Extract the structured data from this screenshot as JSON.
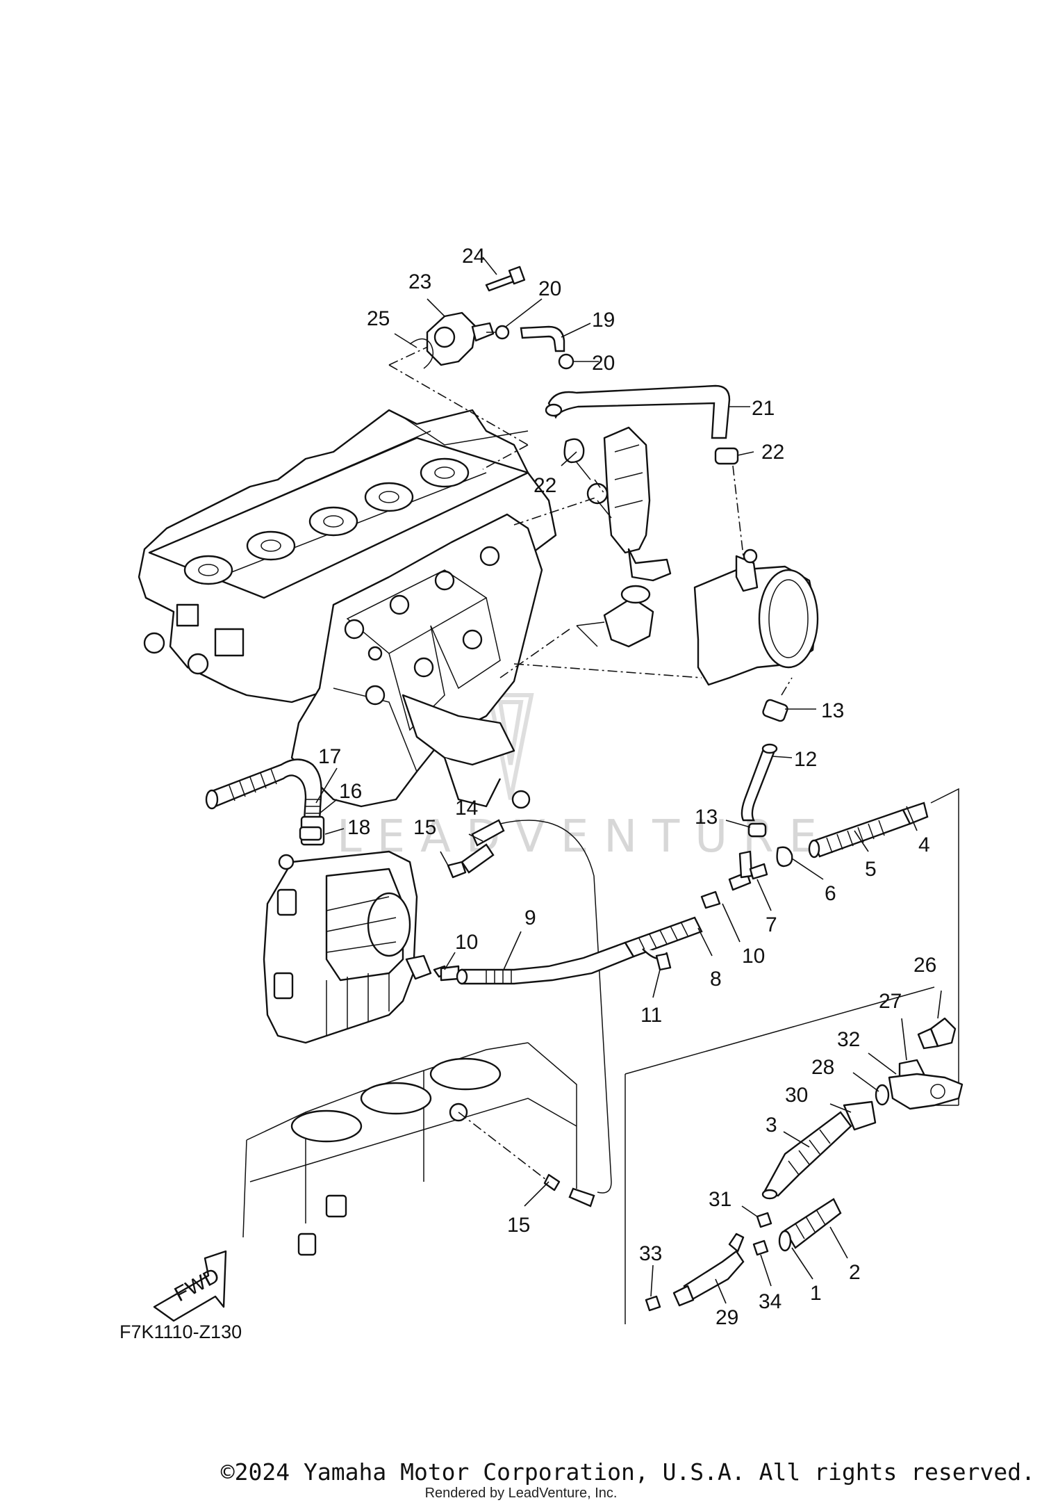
{
  "diagram": {
    "code": "F7K1110-Z130",
    "fwd_label": "FWD",
    "watermark": "LEADVENTURE"
  },
  "callouts": [
    {
      "n": "24"
    },
    {
      "n": "23"
    },
    {
      "n": "20"
    },
    {
      "n": "25"
    },
    {
      "n": "19"
    },
    {
      "n": "20"
    },
    {
      "n": "21"
    },
    {
      "n": "22"
    },
    {
      "n": "22"
    },
    {
      "n": "13"
    },
    {
      "n": "17"
    },
    {
      "n": "12"
    },
    {
      "n": "16"
    },
    {
      "n": "14"
    },
    {
      "n": "18"
    },
    {
      "n": "15"
    },
    {
      "n": "13"
    },
    {
      "n": "4"
    },
    {
      "n": "5"
    },
    {
      "n": "6"
    },
    {
      "n": "7"
    },
    {
      "n": "10"
    },
    {
      "n": "9"
    },
    {
      "n": "10"
    },
    {
      "n": "8"
    },
    {
      "n": "11"
    },
    {
      "n": "26"
    },
    {
      "n": "27"
    },
    {
      "n": "32"
    },
    {
      "n": "28"
    },
    {
      "n": "30"
    },
    {
      "n": "3"
    },
    {
      "n": "31"
    },
    {
      "n": "15"
    },
    {
      "n": "33"
    },
    {
      "n": "2"
    },
    {
      "n": "1"
    },
    {
      "n": "34"
    },
    {
      "n": "29"
    }
  ],
  "footer": {
    "copyright": "©2024 Yamaha Motor Corporation, U.S.A. All rights reserved.",
    "rendered_by": "Rendered by LeadVenture, Inc."
  }
}
